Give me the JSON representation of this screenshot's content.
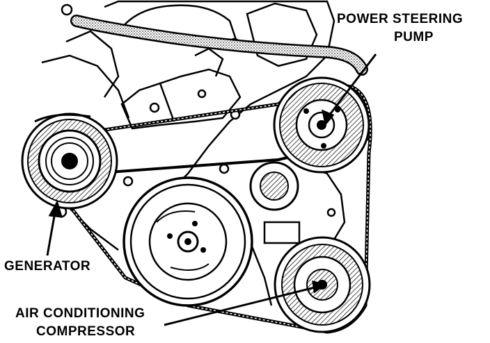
{
  "labels": {
    "power_steering_line1": "POWER STEERING",
    "power_steering_line2": "PUMP",
    "generator": "GENERATOR",
    "ac_line1": "AIR CONDITIONING",
    "ac_line2": "COMPRESSOR"
  },
  "colors": {
    "ink": "#000000",
    "paper": "#ffffff"
  }
}
